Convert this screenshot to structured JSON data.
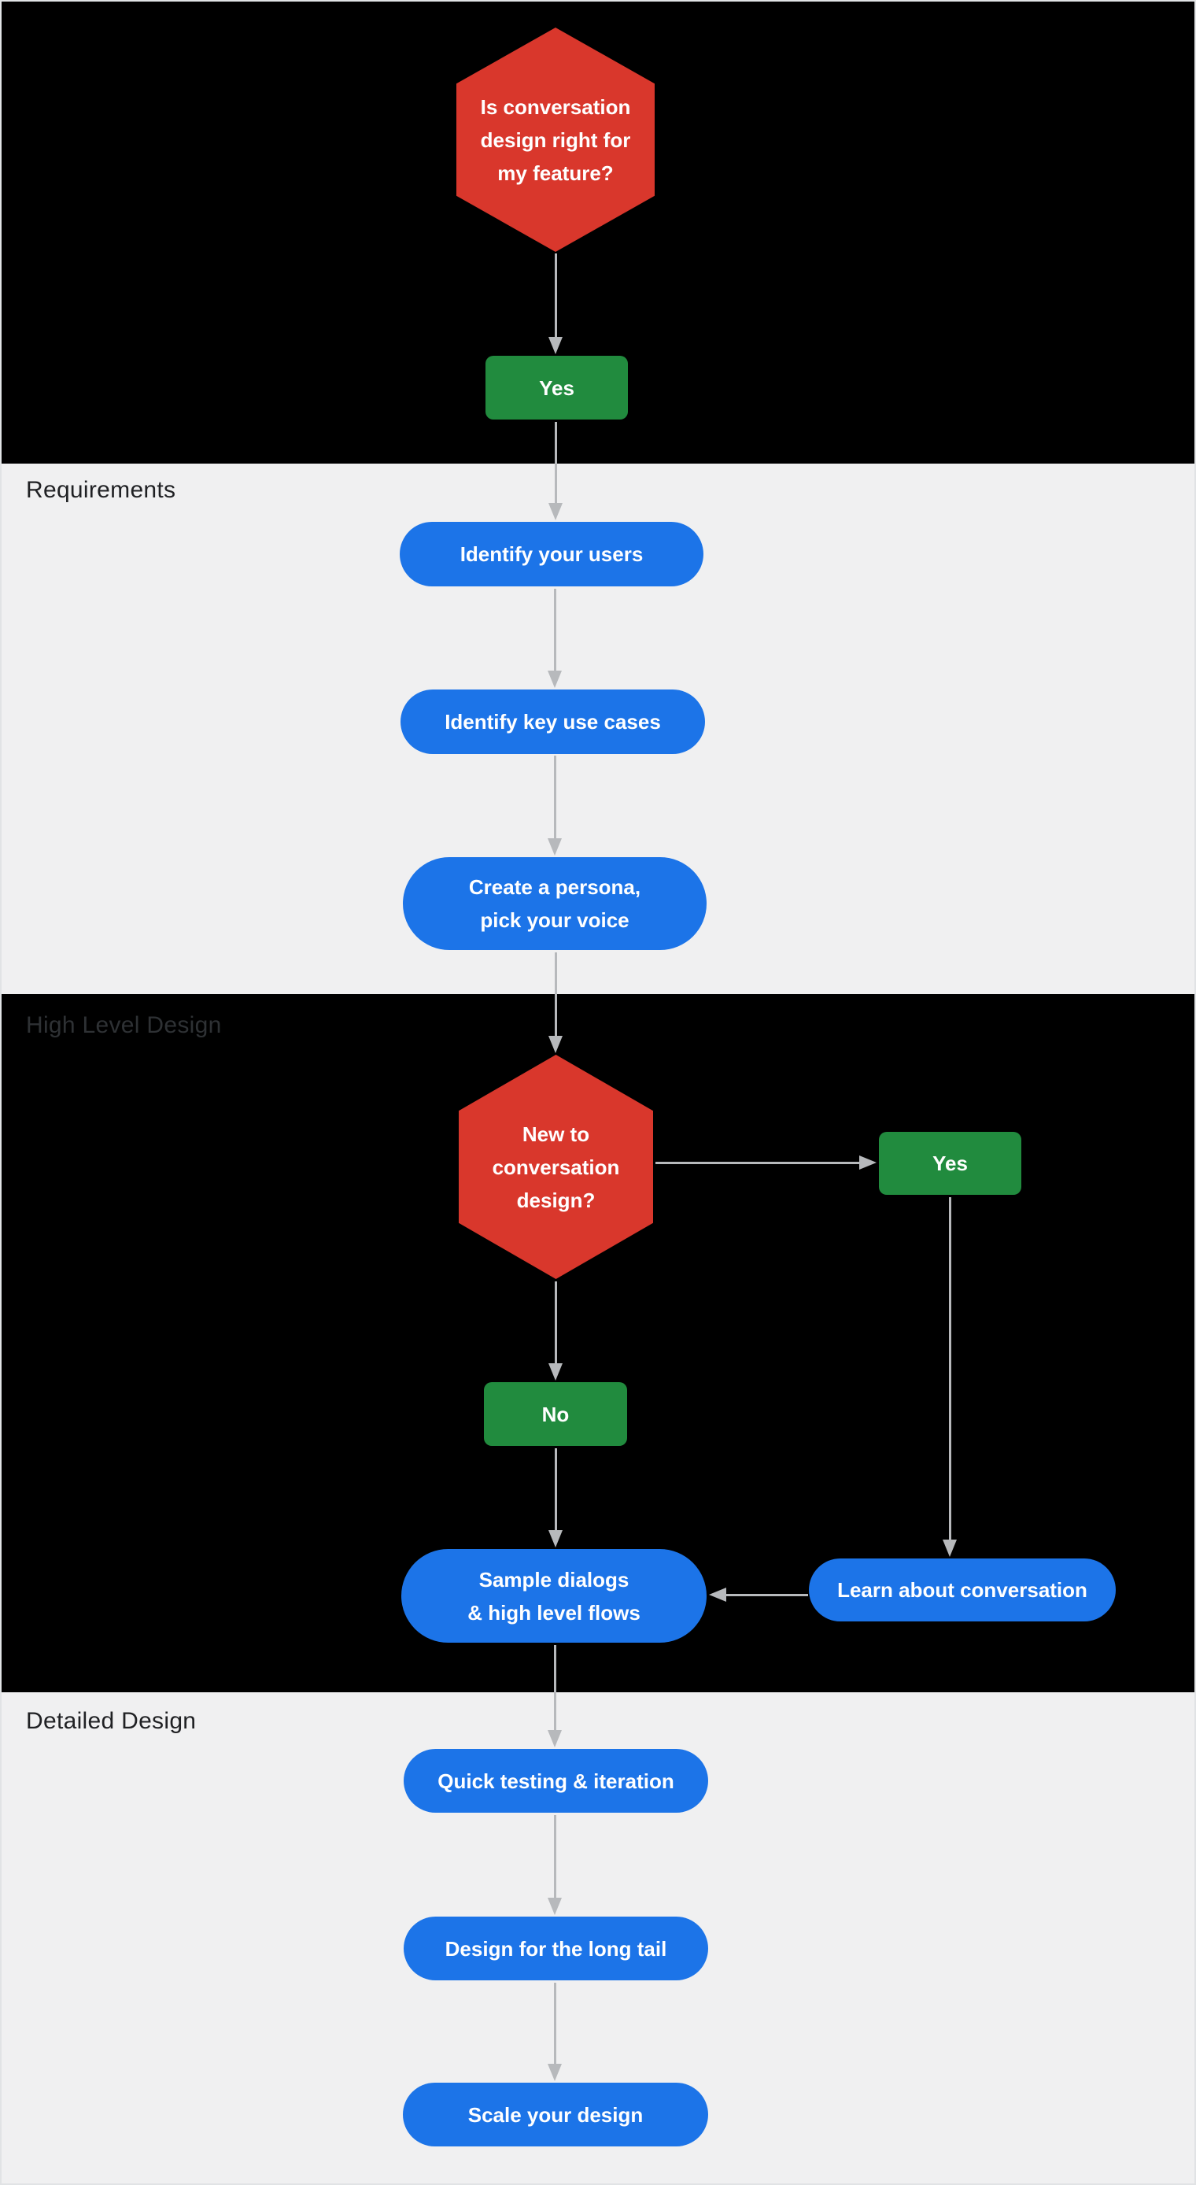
{
  "diagram": {
    "type": "flowchart",
    "sections": {
      "requirements": {
        "label": "Requirements"
      },
      "high_level_design": {
        "label": "High Level Design"
      },
      "detailed_design": {
        "label": "Detailed Design"
      }
    },
    "nodes": {
      "is_conversation_design_right": {
        "shape": "hexagon-decision",
        "lines": [
          "Is conversation",
          "design right for",
          "my feature?"
        ]
      },
      "yes_start": {
        "shape": "rect-answer",
        "label": "Yes"
      },
      "identify_your_users": {
        "shape": "pill-step",
        "label": "Identify your users"
      },
      "identify_key_use_cases": {
        "shape": "pill-step",
        "label": "Identify key use cases"
      },
      "create_a_persona": {
        "shape": "pill-step",
        "lines": [
          "Create a persona,",
          "pick your voice"
        ]
      },
      "new_to_conversation_design": {
        "shape": "hexagon-decision",
        "lines": [
          "New to",
          "conversation",
          "design?"
        ]
      },
      "yes_new": {
        "shape": "rect-answer",
        "label": "Yes"
      },
      "no_new": {
        "shape": "rect-answer",
        "label": "No"
      },
      "sample_dialogs": {
        "shape": "pill-step",
        "lines": [
          "Sample dialogs",
          "& high level flows"
        ]
      },
      "learn_about_conversation": {
        "shape": "pill-step",
        "label": "Learn about conversation"
      },
      "quick_testing_iteration": {
        "shape": "pill-step",
        "label": "Quick testing & iteration"
      },
      "design_for_the_long_tail": {
        "shape": "pill-step",
        "label": "Design for the long tail"
      },
      "scale_your_design": {
        "shape": "pill-step",
        "label": "Scale your design"
      }
    }
  },
  "colors": {
    "decision_red": "#D9372C",
    "answer_green": "#218B3E",
    "step_blue": "#1C74E8",
    "dark_section_bg": "#000000",
    "light_section_bg": "#F0F0F1",
    "arrow_gray": "#B7B9BC",
    "section_label": "#202124",
    "section_label_on_dark": "#2E3134",
    "node_text": "#FFFFFF"
  }
}
